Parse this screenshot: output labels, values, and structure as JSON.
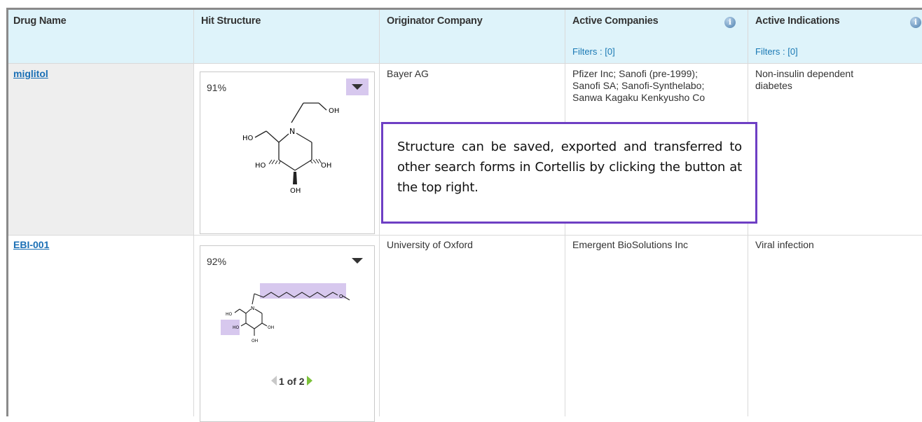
{
  "table": {
    "columns": [
      {
        "label": "Drug Name"
      },
      {
        "label": "Hit Structure"
      },
      {
        "label": "Originator Company"
      },
      {
        "label": "Active Companies",
        "filters": "Filters : [0]",
        "icon": "info-icon"
      },
      {
        "label": "Active Indications",
        "filters": "Filters : [0]",
        "icon": "info-icon"
      }
    ],
    "info_glyph": "i",
    "rows": [
      {
        "drug_name": "miglitol",
        "similarity": "91%",
        "structure_labels": {
          "oh_top": "OH",
          "ho_left": "HO",
          "n": "N",
          "ho_bottom": "HO",
          "oh_right": "OH",
          "oh_below": "OH"
        },
        "originator": "Bayer AG",
        "active_companies": [
          "Pfizer Inc; Sanofi (pre-1999);",
          "Sanofi SA; Sanofi-Synthelabo;",
          "Sanwa Kagaku Kenkyusho Co"
        ],
        "indications": [
          "Non-insulin dependent",
          "diabetes"
        ]
      },
      {
        "drug_name": "EBI-001",
        "similarity": "92%",
        "structure_labels": {
          "o": "O",
          "ho": "HO",
          "n": "N",
          "ho2": "HO",
          "oh": "OH",
          "oh2": "OH"
        },
        "originator": "University of Oxford",
        "active_companies": [
          "Emergent BioSolutions Inc"
        ],
        "indications": [
          "Viral infection"
        ],
        "pager": {
          "current": "1",
          "sep": "of",
          "total": "2"
        }
      }
    ]
  },
  "callout": {
    "text": "Structure can be saved, exported and transferred to other search forms in Cortellis by clicking the button at the top right."
  },
  "colors": {
    "header_bg": "#def3fa",
    "link": "#1a6fb5",
    "callout_border": "#6e3fc4",
    "highlight": "#d7c8ee"
  }
}
